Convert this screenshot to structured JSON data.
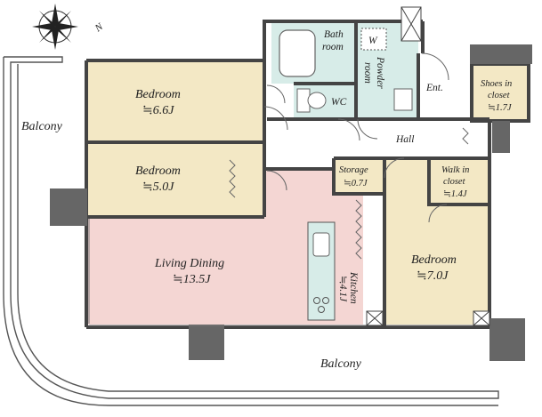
{
  "compass": {
    "north_label": "N",
    "icon": "compass-rose-icon"
  },
  "colors": {
    "wall": "#444444",
    "bedroom_floor": "#f3e8c5",
    "living_floor": "#f4d6d3",
    "wet_area": "#d7ece8",
    "hall_floor": "#ffffff",
    "storage_floor": "#f3e8c5",
    "balcony_line": "#555555"
  },
  "rooms": {
    "bedroom_nw": {
      "name": "Bedroom",
      "size": "≒6.6J"
    },
    "bedroom_w": {
      "name": "Bedroom",
      "size": "≒5.0J"
    },
    "bedroom_e": {
      "name": "Bedroom",
      "size": "≒7.0J"
    },
    "living": {
      "name": "Living Dining",
      "size": "≒13.5J"
    },
    "kitchen": {
      "name": "Kitchen",
      "size": "≒4.1J"
    },
    "bath": {
      "name_line1": "Bath",
      "name_line2": "room"
    },
    "powder": {
      "name_line1": "Powder",
      "name_line2": "room"
    },
    "washer": {
      "label": "W"
    },
    "wc": {
      "name": "WC"
    },
    "entrance": {
      "name": "Ent."
    },
    "shoes": {
      "name_line1": "Shoes in",
      "name_line2": "closet",
      "size": "≒1.7J"
    },
    "hall": {
      "name": "Hall"
    },
    "storage": {
      "name": "Storage",
      "size": "≒0.7J"
    },
    "walkin": {
      "name_line1": "Walk in",
      "name_line2": "closet",
      "size": "≒1.4J"
    }
  },
  "balconies": {
    "west": {
      "name": "Balcony"
    },
    "south": {
      "name": "Balcony"
    }
  }
}
